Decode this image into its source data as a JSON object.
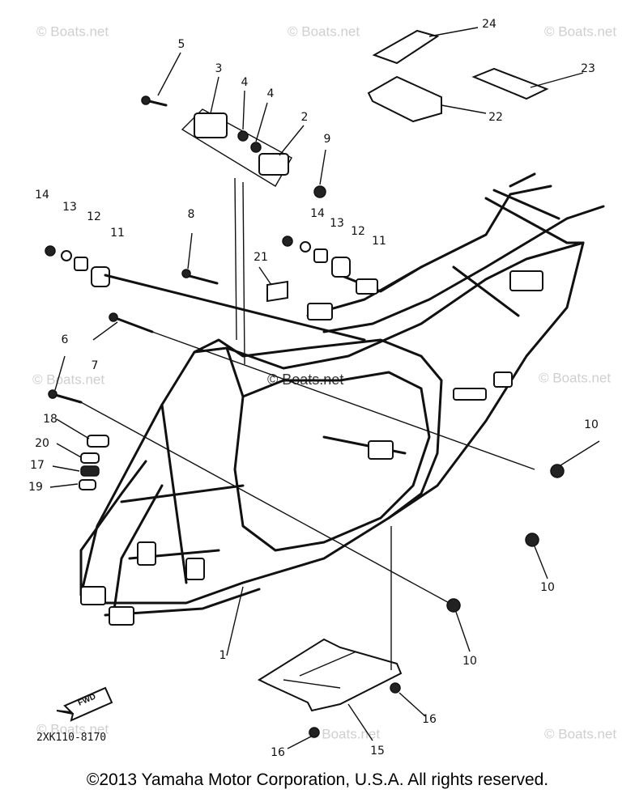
{
  "diagram": {
    "watermark_text": "© Boats.net",
    "drawing_number": "2XK110-8170",
    "fwd_label": "FWD",
    "copyright": "©2013 Yamaha Motor Corporation, U.S.A. All rights reserved.",
    "callouts": [
      {
        "id": "c1",
        "label": "1"
      },
      {
        "id": "c2",
        "label": "2"
      },
      {
        "id": "c3",
        "label": "3"
      },
      {
        "id": "c4a",
        "label": "4"
      },
      {
        "id": "c4b",
        "label": "4"
      },
      {
        "id": "c5",
        "label": "5"
      },
      {
        "id": "c6",
        "label": "6"
      },
      {
        "id": "c7",
        "label": "7"
      },
      {
        "id": "c8",
        "label": "8"
      },
      {
        "id": "c9",
        "label": "9"
      },
      {
        "id": "c10a",
        "label": "10"
      },
      {
        "id": "c10b",
        "label": "10"
      },
      {
        "id": "c10c",
        "label": "10"
      },
      {
        "id": "c11a",
        "label": "11"
      },
      {
        "id": "c11b",
        "label": "11"
      },
      {
        "id": "c12a",
        "label": "12"
      },
      {
        "id": "c12b",
        "label": "12"
      },
      {
        "id": "c13a",
        "label": "13"
      },
      {
        "id": "c13b",
        "label": "13"
      },
      {
        "id": "c14a",
        "label": "14"
      },
      {
        "id": "c14b",
        "label": "14"
      },
      {
        "id": "c15",
        "label": "15"
      },
      {
        "id": "c16a",
        "label": "16"
      },
      {
        "id": "c16b",
        "label": "16"
      },
      {
        "id": "c17",
        "label": "17"
      },
      {
        "id": "c18",
        "label": "18"
      },
      {
        "id": "c19",
        "label": "19"
      },
      {
        "id": "c20",
        "label": "20"
      },
      {
        "id": "c21",
        "label": "21"
      },
      {
        "id": "c22",
        "label": "22"
      },
      {
        "id": "c23",
        "label": "23"
      },
      {
        "id": "c24",
        "label": "24"
      }
    ]
  }
}
